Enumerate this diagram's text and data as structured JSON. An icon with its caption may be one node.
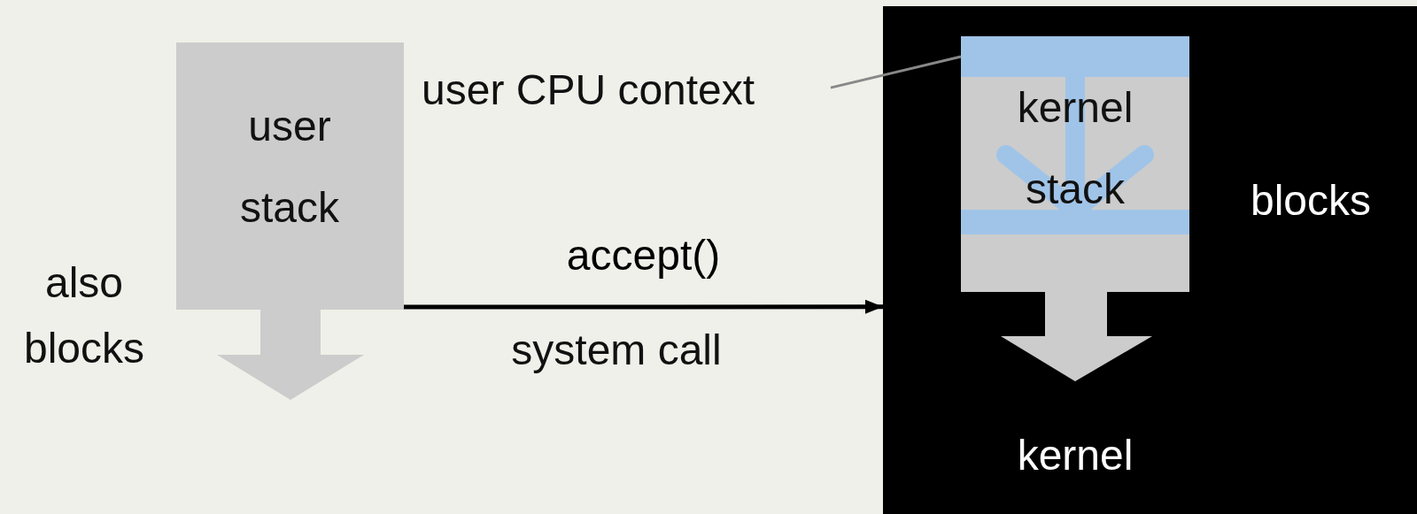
{
  "diagram": {
    "nodes": [
      {
        "text": [
          "user stack"
        ]
      },
      {
        "text": [
          "kernel"
        ]
      },
      {
        "text": [
          "kernel stack"
        ],
        "in": 1
      },
      {
        "text": [
          "user CPU context"
        ]
      },
      {
        "text": [],
        "shape": "bar",
        "in": 2
      },
      {
        "text": [],
        "shape": "bar",
        "in": 2
      }
    ],
    "edges": [
      {
        "from": 0,
        "to": 1,
        "arrow": "to",
        "label": "accept()"
      },
      {
        "from": 3,
        "to": 4,
        "arrow": "none",
        "color": "#888888"
      },
      {
        "from": 4,
        "to": 5,
        "arrow": "to",
        "style": "thick",
        "color": "#a0c4e8"
      }
    ],
    "labels": [
      "system call",
      "also blocks",
      "blocks"
    ]
  }
}
